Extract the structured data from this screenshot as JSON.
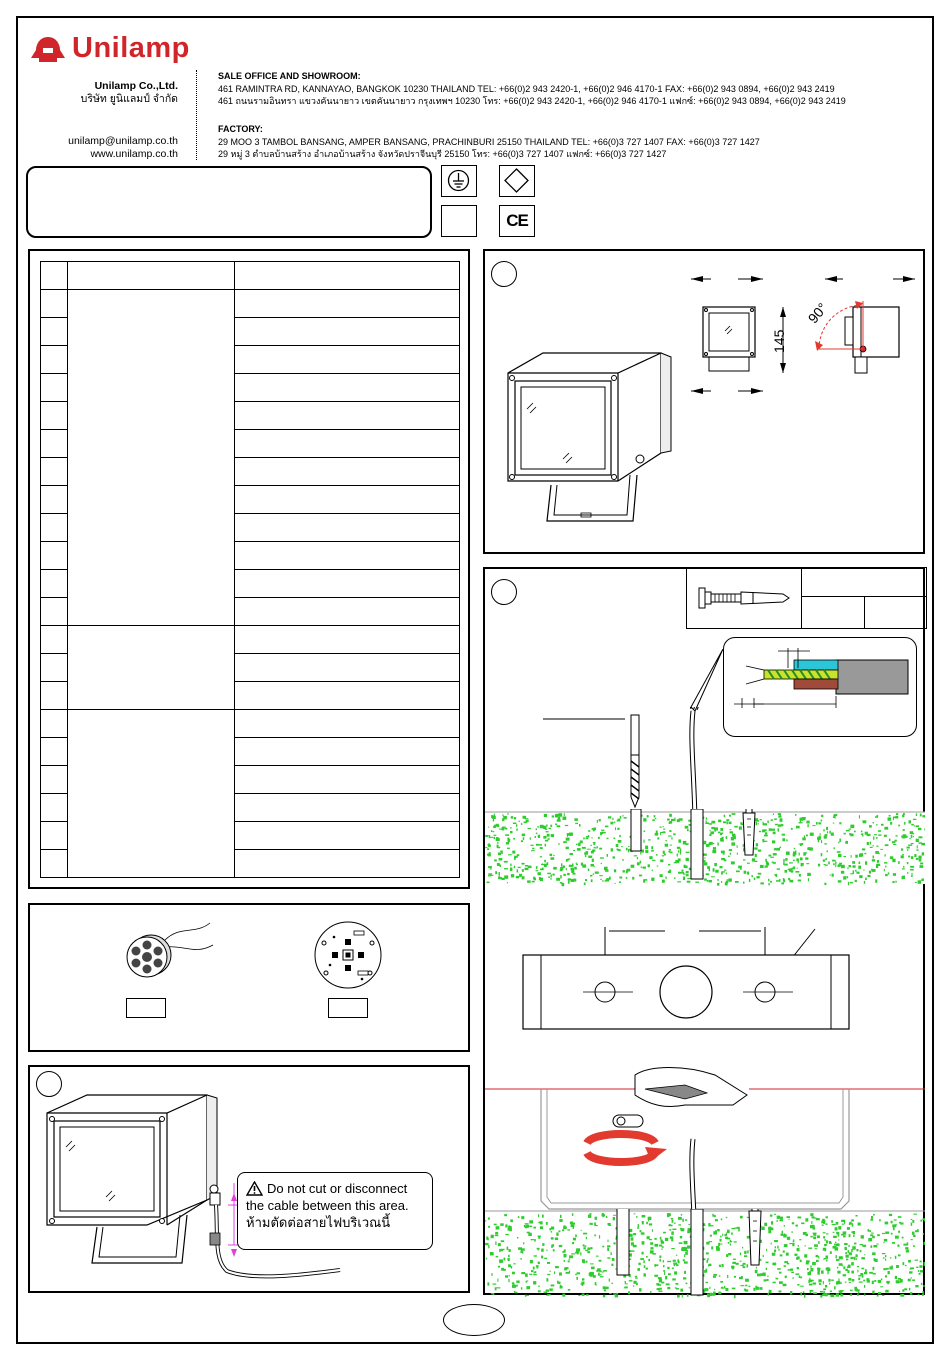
{
  "header": {
    "brand": "Unilamp",
    "company_en": "Unilamp Co.,Ltd.",
    "company_th": "บริษัท ยูนิแลมป์ จำกัด",
    "email": "unilamp@unilamp.co.th",
    "website": "www.unilamp.co.th",
    "sales_title": "SALE OFFICE AND SHOWROOM:",
    "sales_en": "461 RAMINTRA RD, KANNAYAO, BANGKOK 10230 THAILAND TEL: +66(0)2 943 2420-1, +66(0)2 946 4170-1 FAX: +66(0)2 943 0894, +66(0)2 943 2419",
    "sales_th": "461 ถนนรามอินทรา แขวงคันนายาว เขตคันนายาว กรุงเทพฯ 10230  โทร: +66(0)2 943 2420-1, +66(0)2 946 4170-1 แฟกซ์: +66(0)2 943 0894, +66(0)2 943 2419",
    "factory_title": "FACTORY:",
    "factory_en": "29 MOO 3 TAMBOL BANSANG, AMPER BANSANG, PRACHINBURI 25150 THAILAND TEL: +66(0)3 727 1407 FAX: +66(0)3 727 1427",
    "factory_th": "29 หมู่ 3 ตำบลบ้านสร้าง อำเภอบ้านสร้าง จังหวัดปราจีนบุรี  25150  โทร: +66(0)3 727 1407 แฟกซ์: +66(0)3 727 1427"
  },
  "certifications": {
    "ce": "CE"
  },
  "dimension_panel": {
    "height_label": "145",
    "angle_label": "90°"
  },
  "warning": {
    "line1": "Do not cut or disconnect",
    "line2": "the cable between this area.",
    "line3": "ห้ามตัดต่อสายไฟบริเวณนี้"
  },
  "colors": {
    "brand_red": "#d0262b",
    "grass_green": "#2ecc2e",
    "arrow_red": "#e23a2f",
    "cable_cyan": "#2bc7d8"
  }
}
